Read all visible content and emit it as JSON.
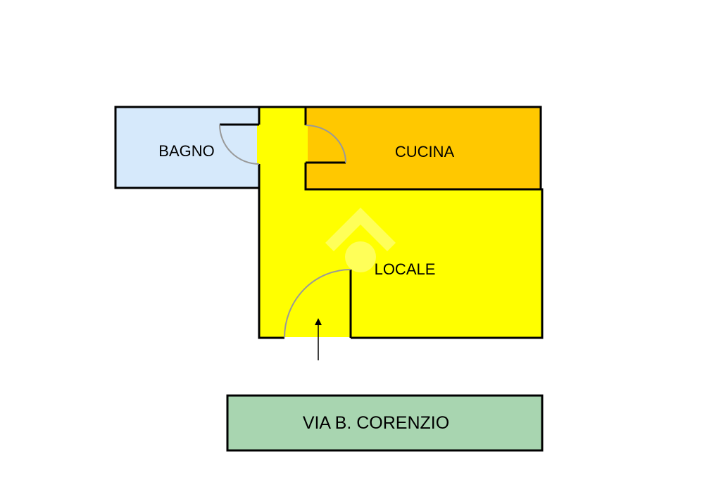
{
  "rooms": {
    "bagno": {
      "label": "BAGNO",
      "color": "#d6e9fb"
    },
    "cucina": {
      "label": "CUCINA",
      "color": "#ffc800"
    },
    "locale": {
      "label": "LOCALE",
      "color": "#ffff00"
    }
  },
  "street": {
    "label": "VIA B. CORENZIO",
    "color": "#a8d5b0"
  },
  "colors": {
    "wall": "#000000",
    "door_arc": "#999999",
    "watermark": "#ffffff"
  },
  "icons": {
    "entrance": "arrow-up-icon",
    "watermark": "house-logo-icon"
  }
}
